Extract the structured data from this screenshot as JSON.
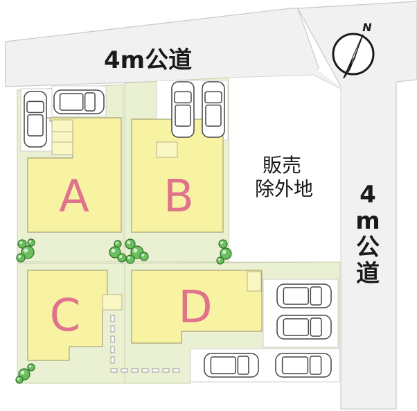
{
  "roads": {
    "top_label": "4m公道",
    "right_label_chars": [
      "4",
      "m",
      "公",
      "道"
    ]
  },
  "lots": [
    {
      "id": "A",
      "label": "A"
    },
    {
      "id": "B",
      "label": "B"
    },
    {
      "id": "C",
      "label": "C"
    },
    {
      "id": "D",
      "label": "D"
    }
  ],
  "excluded_area": {
    "line1": "販売",
    "line2": "除外地"
  },
  "compass": {
    "label": "N",
    "icon": "north-arrow-icon"
  },
  "colors": {
    "road": "#f0f0f0",
    "road_edge": "#c8c8c8",
    "yard": "#eaf0d2",
    "house": "#f8f3a3",
    "letter": "#e0738c",
    "parking": "#ffffff"
  }
}
